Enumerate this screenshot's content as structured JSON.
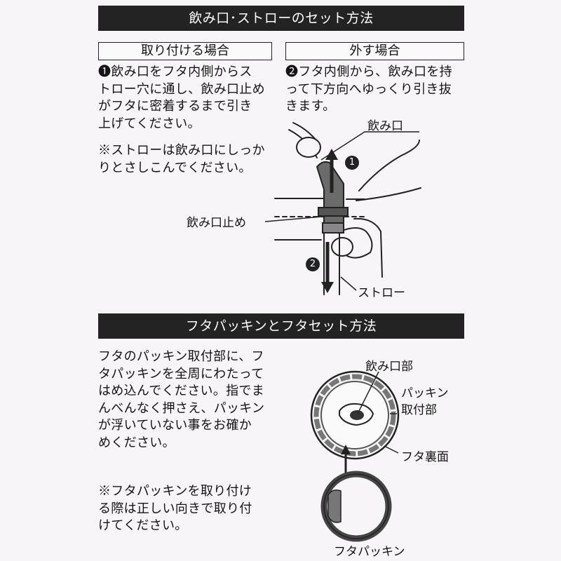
{
  "sections": {
    "straw": {
      "title": "飲み口･ストローのセット方法",
      "attach": {
        "heading": "取り付ける場合",
        "step_text": "❶飲み口をフタ内側からス\nトロー穴に通し、飲み口止め\nがフタに密着するまで引き\n上げてください。",
        "note": "※ストローは飲み口にしっか\nりとさしこんでください。"
      },
      "remove": {
        "heading": "外す場合",
        "step_text": "❷フタ内側から、飲み口を持\nって下方向へゆっくり引き抜\nきます。"
      },
      "diagram": {
        "label_mouthpiece": "飲み口",
        "label_stopper": "飲み口止め",
        "label_straw": "ストロー",
        "marker_1": "1",
        "marker_2": "2"
      }
    },
    "packing": {
      "title": "フタパッキンとフタセット方法",
      "instructions": "フタのパッキン取付部に、フ\nタパッキンを全周にわたって\nはめ込んでください。指でま\nんべんなく押さえ、パッキン\nが浮いていない事をお確か\nめください。",
      "note": "※フタパッキンを取り付け\nる際は正しい向きで取り付\nけてください。",
      "diagram": {
        "label_mouthpiece_part": "飲み口部",
        "label_packing_mount_1": "パッキン",
        "label_packing_mount_2": "取付部",
        "label_lid_back": "フタ裏面",
        "label_lid_packing": "フタパッキン"
      }
    }
  }
}
